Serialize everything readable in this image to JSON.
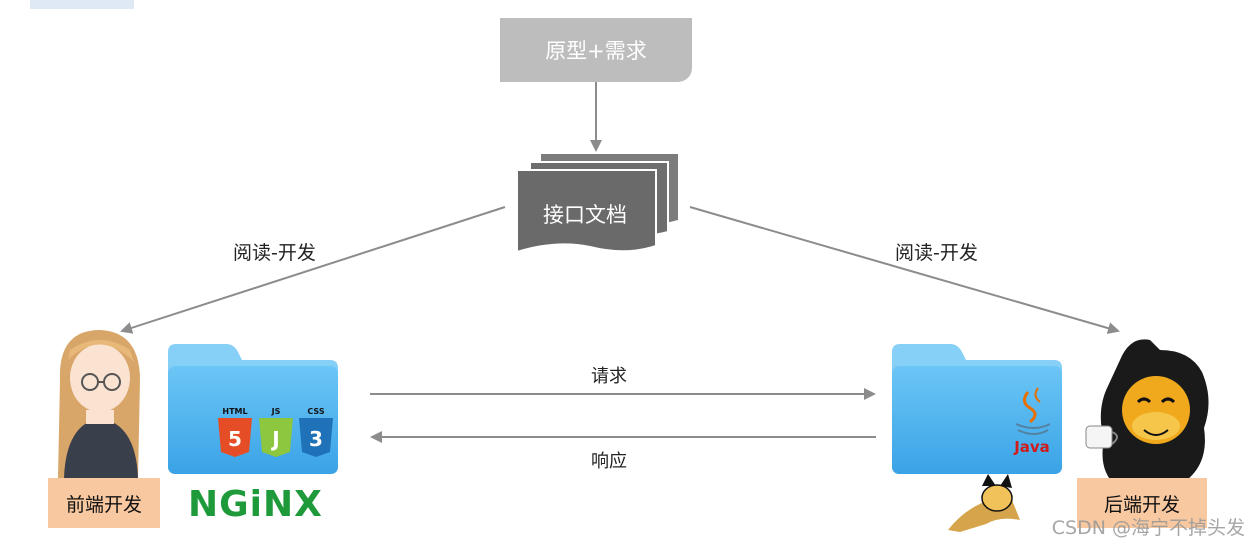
{
  "nodes": {
    "prototype": "原型+需求",
    "api_doc": "接口文档",
    "frontend": "前端开发",
    "backend": "后端开发"
  },
  "edges": {
    "read_dev_left": "阅读-开发",
    "read_dev_right": "阅读-开发",
    "request": "请求",
    "response": "响应"
  },
  "logos": {
    "html": "HTML",
    "js": "JS",
    "css": "CSS",
    "java": "Java",
    "nginx": "NGiNX"
  },
  "watermark": "CSDN @海宁不掉头发",
  "colors": {
    "proto_box": "#bdbdbd",
    "doc": "#6e6e6e",
    "arrow": "#8c8c8c",
    "folder": "#4fb3ee",
    "tag": "#f8c8a0",
    "nginx": "#1f9a3a"
  }
}
